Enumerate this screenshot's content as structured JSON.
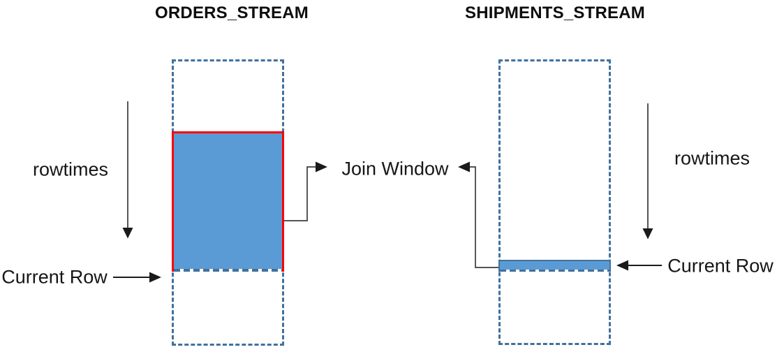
{
  "diagram": {
    "kind": "stream-stream join window diagram",
    "left_stream": {
      "title": "ORDERS_STREAM",
      "rowtimes_label": "rowtimes",
      "current_row_label": "Current Row"
    },
    "right_stream": {
      "title": "SHIPMENTS_STREAM",
      "rowtimes_label": "rowtimes",
      "current_row_label": "Current Row"
    },
    "join_window_label": "Join Window",
    "icons": {
      "left_rowtimes_arrow": "down-arrow-icon",
      "right_rowtimes_arrow": "down-arrow-icon",
      "left_current_row_arrow": "right-arrow-icon",
      "right_current_row_arrow": "left-arrow-icon",
      "join_window_left_connector": "elbow-right-arrow-icon",
      "join_window_right_connector": "elbow-left-arrow-icon"
    },
    "colors": {
      "background": "#ffffff",
      "stream_fill": "#5b9bd5",
      "stream_dash_border": "#41719c",
      "join_window_highlight": "#fe0000",
      "arrow_line": "#1a1a1a",
      "connector_line": "#4a4a4a",
      "text": "#161616"
    }
  }
}
